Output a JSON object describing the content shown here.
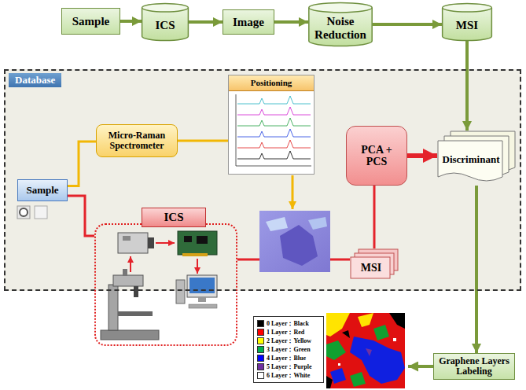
{
  "diagram": {
    "nodes": [
      {
        "text": [
          "Sample"
        ]
      },
      {
        "text": [
          "ICS"
        ]
      },
      {
        "text": [
          "Image"
        ]
      },
      {
        "text": [
          "Noise Reduction"
        ]
      },
      {
        "text": [
          "MSI"
        ]
      },
      {
        "text": [
          "Database"
        ]
      },
      {
        "text": [
          "Micro-Raman Spectrometer"
        ],
        "in": 5
      },
      {
        "text": [
          "Positioning"
        ],
        "in": 5
      },
      {
        "text": [
          "Sample"
        ],
        "in": 5
      },
      {
        "text": [
          "ICS"
        ],
        "in": 5
      },
      {
        "text": [
          "PCA + PCS"
        ],
        "in": 5
      },
      {
        "text": [
          "MSI"
        ],
        "in": 5
      },
      {
        "text": [
          "Discriminant"
        ],
        "in": 5
      },
      {
        "text": [
          "Graphene Layers Labeling"
        ]
      }
    ],
    "edges": [
      {
        "from": 0,
        "to": 1,
        "arrow": "to"
      },
      {
        "from": 1,
        "to": 2,
        "arrow": "to"
      },
      {
        "from": 2,
        "to": 3,
        "arrow": "to"
      },
      {
        "from": 3,
        "to": 4,
        "arrow": "to"
      },
      {
        "from": 4,
        "to": 12,
        "arrow": "to"
      },
      {
        "from": 8,
        "to": 6,
        "arrow": "none"
      },
      {
        "from": 6,
        "to": 7,
        "arrow": "none"
      },
      {
        "from": 8,
        "to": 9,
        "arrow": "none"
      },
      {
        "from": 9,
        "to": 11,
        "arrow": "none"
      },
      {
        "from": 11,
        "to": 10,
        "arrow": "none"
      },
      {
        "from": 10,
        "to": 12,
        "arrow": "to"
      },
      {
        "from": 12,
        "to": 13,
        "arrow": "to"
      }
    ],
    "legend": [
      {
        "text": "0 Layer：Black",
        "color": "#000000"
      },
      {
        "text": "1 Layer：Red",
        "color": "#ff0000"
      },
      {
        "text": "2 Layer：Yellow",
        "color": "#ffff00"
      },
      {
        "text": "3 Layer：Green",
        "color": "#00b050"
      },
      {
        "text": "4 Layer：Blue",
        "color": "#0000ff"
      },
      {
        "text": "5 Layer：Purple",
        "color": "#7030a0"
      },
      {
        "text": "6 Layer：White",
        "color": "#ffffff"
      }
    ]
  }
}
